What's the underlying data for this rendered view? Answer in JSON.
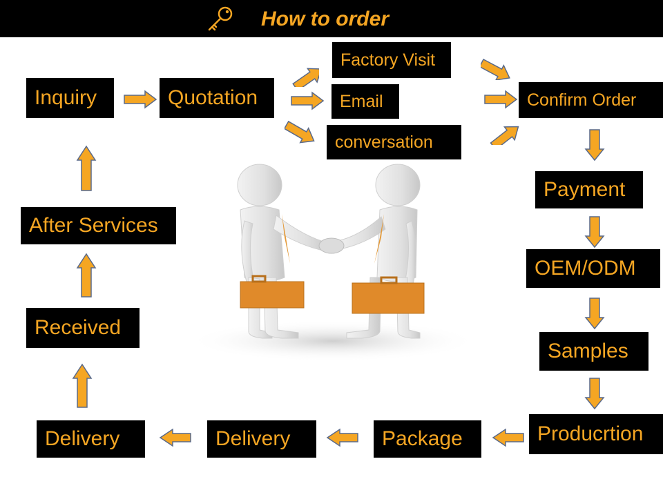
{
  "header": {
    "title": "How to order",
    "icon": "key-icon"
  },
  "steps": {
    "inquiry": "Inquiry",
    "quotation": "Quotation",
    "factory_visit": "Factory Visit",
    "email": "Email",
    "conversation": "conversation",
    "confirm_order": "Confirm Order",
    "payment": "Payment",
    "oem_odm": "OEM/ODM",
    "samples": "Samples",
    "production": "Producrtion",
    "package": "Package",
    "delivery_1": "Delivery",
    "delivery_2": "Delivery",
    "received": "Received",
    "after_services": "After Services"
  },
  "image": {
    "name": "handshake-illustration"
  },
  "colors": {
    "accent": "#f5a623",
    "box_bg": "#000000",
    "arrow_fill": "#f5a623",
    "arrow_stroke": "#5a6a8a"
  }
}
